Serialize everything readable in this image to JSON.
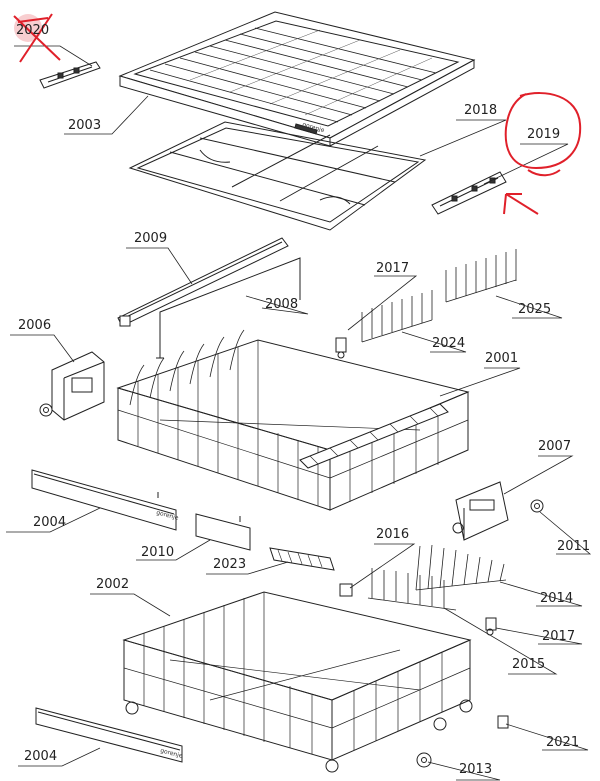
{
  "diagram": {
    "part_labels": [
      {
        "id": "p2020",
        "text": "2020"
      },
      {
        "id": "p2003",
        "text": "2003"
      },
      {
        "id": "p2018",
        "text": "2018"
      },
      {
        "id": "p2019",
        "text": "2019"
      },
      {
        "id": "p2009",
        "text": "2009"
      },
      {
        "id": "p2008",
        "text": "2008"
      },
      {
        "id": "p2017a",
        "text": "2017"
      },
      {
        "id": "p2025",
        "text": "2025"
      },
      {
        "id": "p2006",
        "text": "2006"
      },
      {
        "id": "p2024",
        "text": "2024"
      },
      {
        "id": "p2001",
        "text": "2001"
      },
      {
        "id": "p2007",
        "text": "2007"
      },
      {
        "id": "p2004a",
        "text": "2004"
      },
      {
        "id": "p2010",
        "text": "2010"
      },
      {
        "id": "p2016",
        "text": "2016"
      },
      {
        "id": "p2011",
        "text": "2011"
      },
      {
        "id": "p2023",
        "text": "2023"
      },
      {
        "id": "p2002",
        "text": "2002"
      },
      {
        "id": "p2014",
        "text": "2014"
      },
      {
        "id": "p2017b",
        "text": "2017"
      },
      {
        "id": "p2015",
        "text": "2015"
      },
      {
        "id": "p2021",
        "text": "2021"
      },
      {
        "id": "p2004b",
        "text": "2004"
      },
      {
        "id": "p2013",
        "text": "2013"
      }
    ],
    "brand_marking": "gorenje",
    "annotation_color": "#e0202a",
    "line_color": "#222222"
  }
}
